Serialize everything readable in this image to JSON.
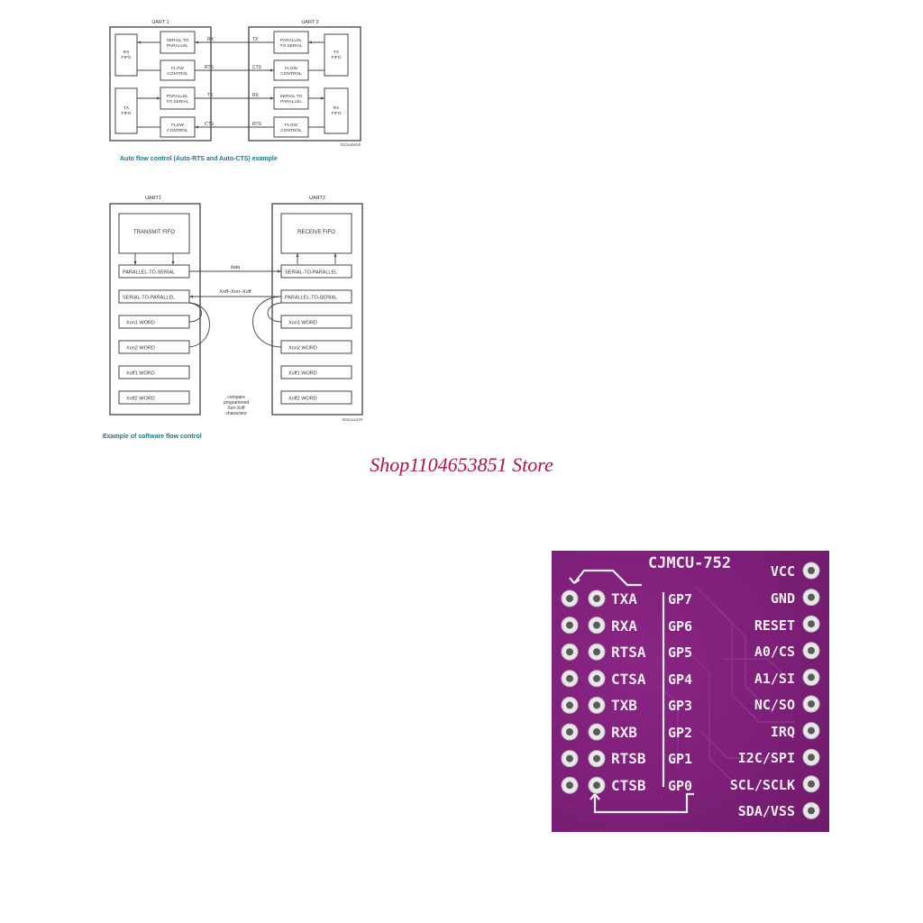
{
  "diagram1": {
    "left_title": "UART 1",
    "right_title": "UART 2",
    "left_fifo_top": [
      "RX",
      "FIFO"
    ],
    "left_fifo_bottom": [
      "TX",
      "FIFO"
    ],
    "right_fifo_top": [
      "TX",
      "FIFO"
    ],
    "right_fifo_bottom": [
      "RX",
      "FIFO"
    ],
    "left_blocks": [
      [
        "SERIAL TO",
        "PARALLEL"
      ],
      [
        "FLOW",
        "CONTROL"
      ],
      [
        "PARALLEL",
        "TO SERIAL"
      ],
      [
        "FLOW",
        "CONTROL"
      ]
    ],
    "right_blocks": [
      [
        "PARALLEL",
        "TO SERIAL"
      ],
      [
        "FLOW",
        "CONTROL"
      ],
      [
        "SERIAL TO",
        "PARALLEL"
      ],
      [
        "FLOW",
        "CONTROL"
      ]
    ],
    "left_signals": [
      "RX",
      "RTS",
      "TX",
      "CTS"
    ],
    "right_signals": [
      "TX",
      "CTS",
      "RX",
      "RTS"
    ],
    "ref": "002aab658",
    "caption": "Auto flow control (Auto-RTS and Auto-CTS) example"
  },
  "diagram2": {
    "left_title": "UART1",
    "right_title": "UART2",
    "left_fifo": "TRANSMIT FIFO",
    "right_fifo": "RECEIVE FIFO",
    "left_rows": [
      "PARALLEL-TO-SERIAL",
      "SERIAL-TO-PARALLEL",
      "Xon1 WORD",
      "Xon2 WORD",
      "Xoff1 WORD",
      "Xoff2 WORD"
    ],
    "right_rows": [
      "SERIAL-TO-PARALLEL",
      "PARALLEL-TO-SERIAL",
      "Xon1 WORD",
      "Xon2 WORD",
      "Xoff1 WORD",
      "Xoff2 WORD"
    ],
    "data_label": "data",
    "xoff_label": "Xoff–Xon–Xoff",
    "compare_note": [
      "compare",
      "programmed",
      "Xon-Xoff",
      "characters"
    ],
    "ref": "002aaa229",
    "caption": "Example of software flow control"
  },
  "store": "Shop1104653851 Store",
  "board": {
    "title": "CJMCU-752",
    "left_labels": [
      "TXA",
      "RXA",
      "RTSA",
      "CTSA",
      "TXB",
      "RXB",
      "RTSB",
      "CTSB"
    ],
    "middle_labels": [
      "GP7",
      "GP6",
      "GP5",
      "GP4",
      "GP3",
      "GP2",
      "GP1",
      "GP0"
    ],
    "right_labels": [
      "VCC",
      "GND",
      "RESET",
      "A0/CS",
      "A1/SI",
      "NC/SO",
      "IRQ",
      "I2C/SPI",
      "SCL/SCLK",
      "SDA/VSS"
    ],
    "colors": {
      "pcb": "#7d1f78",
      "silkscreen": "#f4eef4",
      "pad": "#e8e8e8"
    }
  }
}
